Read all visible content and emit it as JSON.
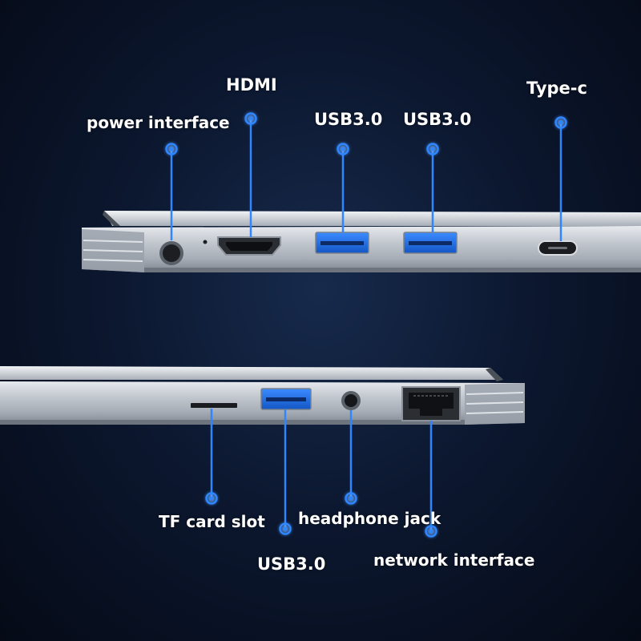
{
  "colors": {
    "accent_blue": "#2f86ff",
    "usb_blue": "#1f6fe0",
    "label_text": "#ffffff",
    "chassis_silver": "#b9bec6"
  },
  "top_view": {
    "ports": [
      {
        "label": "power interface",
        "icon": "dc-power-port-icon"
      },
      {
        "label": "HDMI",
        "icon": "hdmi-port-icon"
      },
      {
        "label": "USB3.0",
        "icon": "usb-port-icon"
      },
      {
        "label": "USB3.0",
        "icon": "usb-port-icon"
      },
      {
        "label": "Type-c",
        "icon": "usb-c-port-icon"
      }
    ]
  },
  "bottom_view": {
    "ports": [
      {
        "label": "TF card slot",
        "icon": "sd-card-slot-icon"
      },
      {
        "label": "USB3.0",
        "icon": "usb-port-icon"
      },
      {
        "label": "headphone jack",
        "icon": "audio-jack-icon"
      },
      {
        "label": "network interface",
        "icon": "ethernet-port-icon"
      }
    ]
  }
}
